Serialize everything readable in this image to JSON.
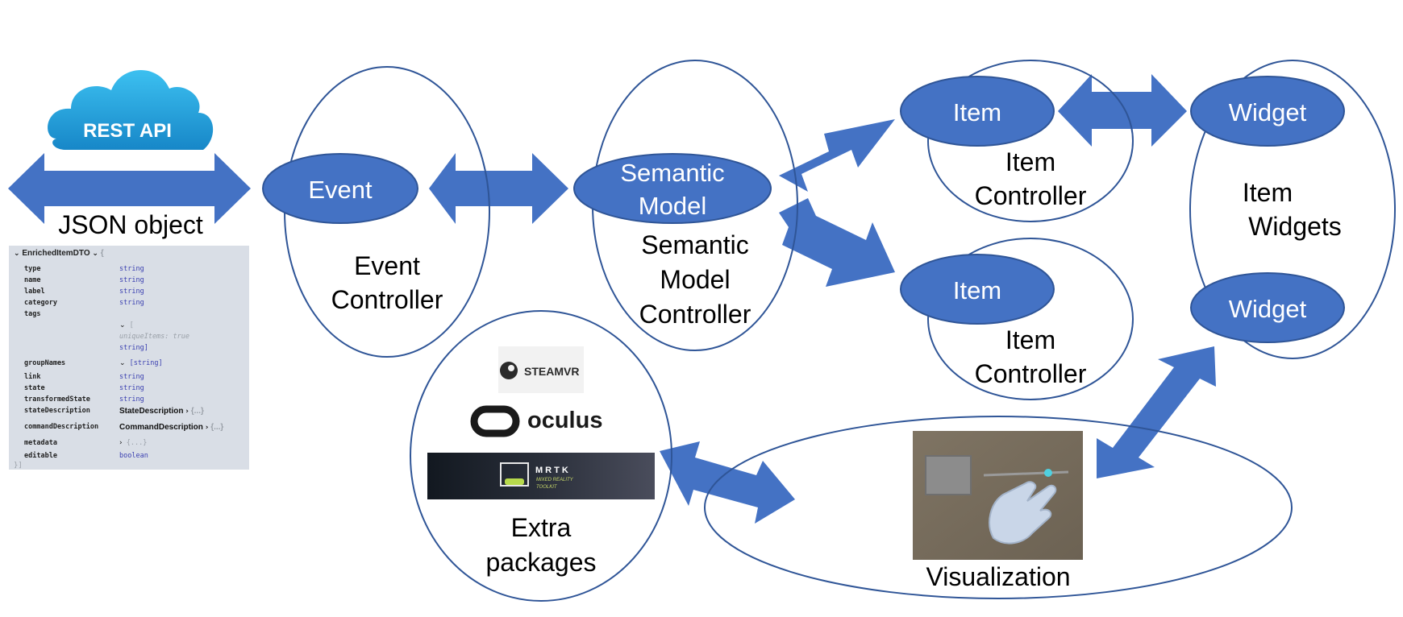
{
  "rest_api": {
    "label": "REST API"
  },
  "json_object": {
    "label": "JSON object"
  },
  "json_schema": {
    "title": "EnrichedItemDTO",
    "open_brace": "{",
    "close_brace": "}]",
    "fields": [
      {
        "key": "type",
        "value": "string"
      },
      {
        "key": "name",
        "value": "string"
      },
      {
        "key": "label",
        "value": "string"
      },
      {
        "key": "category",
        "value": "string"
      },
      {
        "key": "tags",
        "value": "["
      },
      {
        "key": "groupNames",
        "value": "[string]"
      },
      {
        "key": "link",
        "value": "string"
      },
      {
        "key": "state",
        "value": "string"
      },
      {
        "key": "transformedState",
        "value": "string"
      },
      {
        "key": "stateDescription",
        "value": "StateDescription"
      },
      {
        "key": "commandDescription",
        "value": "CommandDescription"
      },
      {
        "key": "metadata",
        "value": "{...}"
      },
      {
        "key": "editable",
        "value": "boolean"
      }
    ],
    "tags_unique": "uniqueItems: true",
    "tags_type": "string]",
    "collapsed": "{...}"
  },
  "nodes": {
    "event": "Event",
    "event_controller_line1": "Event",
    "event_controller_line2": "Controller",
    "semantic_model_line1": "Semantic",
    "semantic_model_line2": "Model",
    "smc_line1": "Semantic",
    "smc_line2": "Model",
    "smc_line3": "Controller",
    "item_top": "Item",
    "item_bottom": "Item",
    "item_controller_top_line1": "Item",
    "item_controller_top_line2": "Controller",
    "item_controller_bottom_line1": "Item",
    "item_controller_bottom_line2": "Controller",
    "widget_top": "Widget",
    "widget_bottom": "Widget",
    "item_widgets_line1": "Item",
    "item_widgets_line2": "Widgets",
    "extra_line1": "Extra",
    "extra_line2": "packages",
    "visualization": "Visualization"
  },
  "logos": {
    "steamvr": "STEAMVR",
    "oculus": "oculus",
    "mrtk": "MRTK",
    "mrtk_sub1": "MIXED REALITY",
    "mrtk_sub2": "TOOLKIT"
  },
  "colors": {
    "arrow_fill": "#4472c4",
    "node_fill": "#4472c4",
    "outline": "#2f5597",
    "cloud": "#29a8e0",
    "panel": "#d9dee6"
  }
}
